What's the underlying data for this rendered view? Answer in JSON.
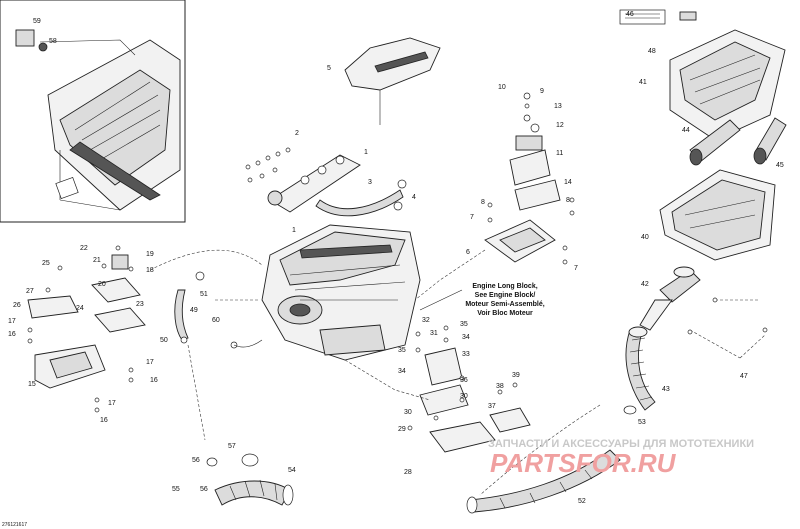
{
  "diagram": {
    "drawing_code": "276121617",
    "note": {
      "line1": "Engine Long Block,",
      "line2": "See Engine Block/",
      "line3": "Moteur Semi-Assemblé,",
      "line4": "Voir Bloc Moteur"
    },
    "watermark": {
      "tagline": "ЗАПЧАСТИ И АКСЕССУАРЫ ДЛЯ МОТОТЕХНИКИ",
      "brand": "PARTSFOR.RU"
    },
    "inset_callouts": [
      "59",
      "58"
    ],
    "callouts": {
      "c1a": "1",
      "c1b": "1",
      "c2": "2",
      "c3": "3",
      "c4": "4",
      "c5": "5",
      "c6": "6",
      "c7a": "7",
      "c7b": "7",
      "c8a": "8",
      "c8b": "8",
      "c9": "9",
      "c10": "10",
      "c11": "11",
      "c12": "12",
      "c13": "13",
      "c14": "14",
      "c15": "15",
      "c16a": "16",
      "c16b": "16",
      "c17a": "17",
      "c17b": "17",
      "c17c": "17",
      "c18": "18",
      "c19": "19",
      "c20": "20",
      "c21": "21",
      "c22": "22",
      "c23": "23",
      "c24": "24",
      "c25": "25",
      "c26": "26",
      "c27": "27",
      "c28": "28",
      "c29": "29",
      "c30a": "30",
      "c30b": "30",
      "c31": "31",
      "c32": "32",
      "c33": "33",
      "c34a": "34",
      "c34b": "34",
      "c35a": "35",
      "c35b": "35",
      "c36": "36",
      "c37": "37",
      "c38": "38",
      "c39": "39",
      "c40": "40",
      "c41": "41",
      "c42": "42",
      "c43": "43",
      "c44": "44",
      "c45": "45",
      "c46": "46",
      "c47": "47",
      "c48": "48",
      "c49": "49",
      "c50": "50",
      "c51": "51",
      "c52": "52",
      "c53": "53",
      "c54": "54",
      "c55": "55",
      "c56a": "56",
      "c56b": "56",
      "c57": "57",
      "c60": "60"
    }
  }
}
